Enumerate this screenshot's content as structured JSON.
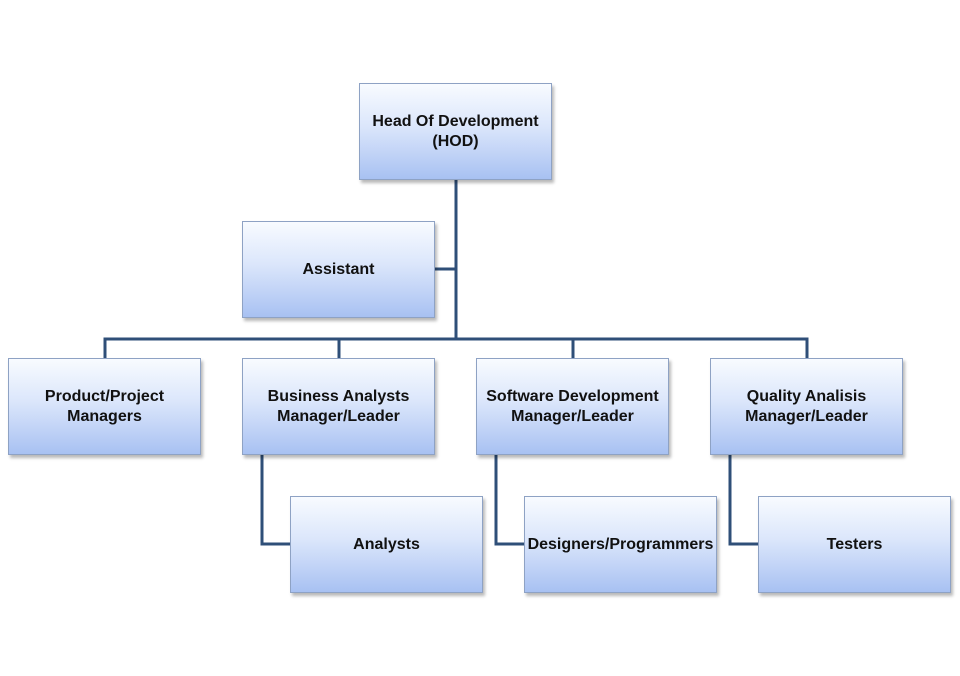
{
  "org_chart": {
    "head": "Head Of Development\n(HOD)",
    "assistant": "Assistant",
    "managers": [
      "Product/Project\nManagers",
      "Business Analysts\nManager/Leader",
      "Software Development\nManager/Leader",
      "Quality Analisis\nManager/Leader"
    ],
    "teams": [
      "Analysts",
      "Designers/Programmers",
      "Testers"
    ]
  },
  "colors": {
    "connector": "#2f4f78",
    "box_border": "#8ea2c4",
    "box_top": "#f8fbff",
    "box_bottom": "#a8c1f2"
  }
}
